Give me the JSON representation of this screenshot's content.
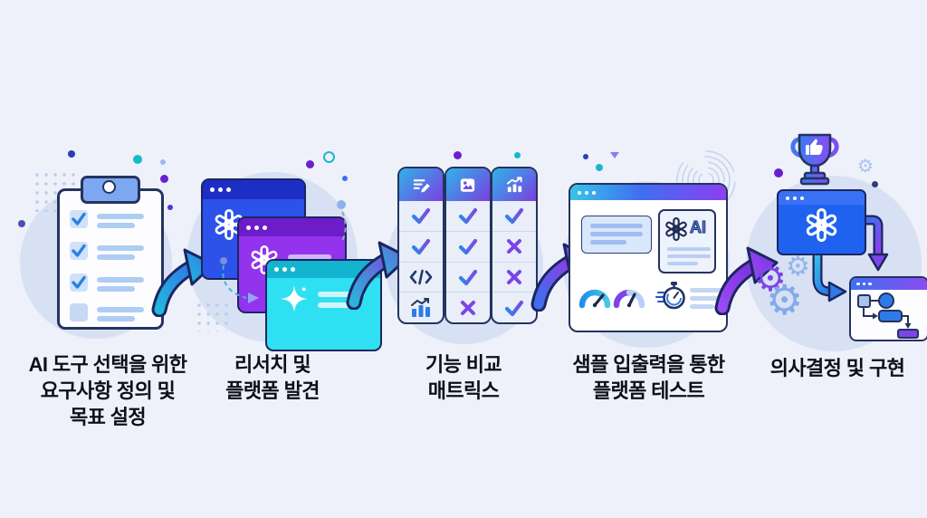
{
  "steps": [
    {
      "id": "requirements",
      "icon": "clipboard-checklist-icon",
      "label_lines": [
        "AI 도구 선택을 위한",
        "요구사항 정의 및",
        "목표 설정"
      ]
    },
    {
      "id": "research",
      "icon": "stacked-browser-windows-icon",
      "label_lines": [
        "리서치 및",
        "플랫폼 발견"
      ]
    },
    {
      "id": "comparison",
      "icon": "feature-matrix-icon",
      "label_lines": [
        "기능 비교",
        "매트릭스"
      ]
    },
    {
      "id": "testing",
      "icon": "platform-test-window-icon",
      "label_lines": [
        "샘플 입출력을 통한",
        "플랫폼 테스트"
      ]
    },
    {
      "id": "decision",
      "icon": "trophy-implementation-icon",
      "label_lines": [
        "의사결정 및 구현"
      ]
    }
  ],
  "matrix": {
    "columns": [
      {
        "header_icon": "document-edit-icon",
        "cells": [
          "check",
          "check",
          "code",
          "chart"
        ]
      },
      {
        "header_icon": "image-icon",
        "cells": [
          "check",
          "check",
          "check",
          "cross"
        ]
      },
      {
        "header_icon": "chart-up-icon",
        "cells": [
          "check",
          "cross",
          "cross",
          "check"
        ]
      }
    ]
  },
  "test_window": {
    "ai_label": "AI"
  },
  "palette": {
    "background": "#eef1f9",
    "outline_navy": "#25335f",
    "blue_window": "#2c52ea",
    "purple_window": "#9333ee",
    "cyan_window": "#2fe0f2",
    "accent_blue": "#2e7be8",
    "accent_purple": "#8a3ff0",
    "accent_cyan": "#2db3d9",
    "light_bar": "#aecdf2"
  }
}
